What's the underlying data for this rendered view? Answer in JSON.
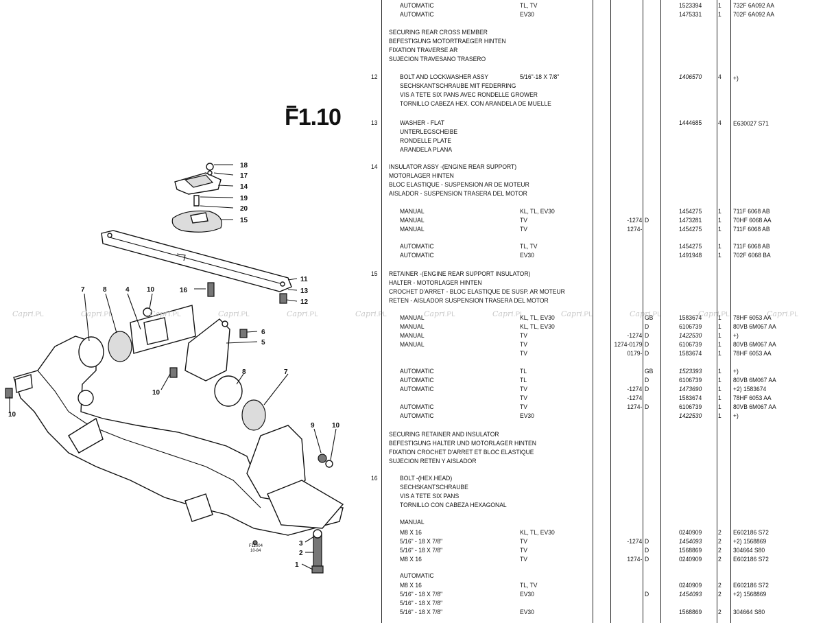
{
  "plate": "F1.10",
  "watermark": {
    "script": "Capri",
    "suffix": ".PL"
  },
  "drawing_code": {
    "line1": "F11004",
    "line2": "10-84"
  },
  "callouts": [
    "18",
    "17",
    "14",
    "19",
    "20",
    "15",
    "11",
    "13",
    "12",
    "16",
    "7",
    "8",
    "4",
    "10",
    "6",
    "5",
    "10",
    "8",
    "7",
    "9",
    "10",
    "10",
    "3",
    "2",
    "1"
  ],
  "sections": [
    {
      "lines": [
        "SECURING REAR CROSS MEMBER",
        "BEFESTIGUNG MOTORTRAEGER HINTEN",
        "FIXATION TRAVERSE AR",
        "SUJECION TRAVESANO TRASERO"
      ]
    },
    {
      "lines": [
        "SECURING RETAINER AND INSULATOR",
        "BEFESTIGUNG HALTER UND MOTORLAGER HINTEN",
        "FIXATION CROCHET D'ARRET ET BLOC ELASTIQUE",
        "SUJECION RETEN Y AISLADOR"
      ]
    }
  ],
  "items": [
    {
      "ref": "12",
      "lines": [
        "BOLT AND LOCKWASHER ASSY",
        "SECHSKANTSCHRAUBE MIT FEDERRING",
        "VIS A TETE SIX PANS AVEC RONDELLE GROWER",
        "TORNILLO CABEZA HEX. CON ARANDELA DE MUELLE"
      ],
      "spec": "5/16\"-18 X 7/8\"",
      "part": "1406570",
      "qty": "4",
      "remark": "+)"
    },
    {
      "ref": "13",
      "lines": [
        "WASHER - FLAT",
        "UNTERLEGSCHEIBE",
        "RONDELLE PLATE",
        "ARANDELA PLANA"
      ],
      "part": "1444685",
      "qty": "4",
      "remark": "E630027 S71"
    },
    {
      "ref": "14",
      "lines": [
        "INSULATOR ASSY -(ENGINE REAR SUPPORT)",
        "MOTORLAGER HINTEN",
        "BLOC ELASTIQUE - SUSPENSION AR DE MOTEUR",
        "AISLADOR - SUSPENSION TRASERA DEL MOTOR"
      ]
    },
    {
      "ref": "15",
      "lines": [
        "RETAINER -(ENGINE REAR SUPPORT INSULATOR)",
        "HALTER - MOTORLAGER HINTEN",
        "CROCHET D'ARRET - BLOC ELASTIQUE DE SUSP. AR MOTEUR",
        "RETEN - AISLADOR SUSPENSION TRASERA DEL MOTOR"
      ]
    },
    {
      "ref": "16",
      "lines": [
        "BOLT -(HEX.HEAD)",
        "SECHSKANTSCHRAUBE",
        "VIS A TETE SIX PANS",
        "TORNILLO CON CABEZA HEXAGONAL"
      ]
    }
  ],
  "rows": [
    {
      "desc": "AUTOMATIC",
      "model": "TL, TV",
      "date": "",
      "ctry": "",
      "part": "1523394",
      "qty": "1",
      "remark": "732F 6A092 AA"
    },
    {
      "desc": "AUTOMATIC",
      "model": "EV30",
      "date": "",
      "ctry": "",
      "part": "1475331",
      "qty": "1",
      "remark": "702F 6A092 AA"
    },
    {
      "desc": "MANUAL",
      "model": "KL, TL, EV30",
      "date": "",
      "ctry": "",
      "part": "1454275",
      "qty": "1",
      "remark": "711F 6068 AB"
    },
    {
      "desc": "MANUAL",
      "model": "TV",
      "date": "-1274",
      "ctry": "D",
      "part": "1473281",
      "qty": "1",
      "remark": "70HF 6068 AA"
    },
    {
      "desc": "MANUAL",
      "model": "TV",
      "date": "1274-",
      "ctry": "",
      "part": "1454275",
      "qty": "1",
      "remark": "711F 6068 AB"
    },
    {
      "desc": "AUTOMATIC",
      "model": "TL, TV",
      "date": "",
      "ctry": "",
      "part": "1454275",
      "qty": "1",
      "remark": "711F 6068 AB"
    },
    {
      "desc": "AUTOMATIC",
      "model": "EV30",
      "date": "",
      "ctry": "",
      "part": "1491948",
      "qty": "1",
      "remark": "702F 6068 BA"
    },
    {
      "desc": "MANUAL",
      "model": "KL, TL, EV30",
      "date": "",
      "ctry": "GB",
      "part": "1583674",
      "qty": "1",
      "remark": "78HF 6053 AA"
    },
    {
      "desc": "MANUAL",
      "model": "KL, TL, EV30",
      "date": "",
      "ctry": "D",
      "part": "6106739",
      "qty": "1",
      "remark": "80VB 6M067 AA"
    },
    {
      "desc": "MANUAL",
      "model": "TV",
      "date": "-1274",
      "ctry": "D",
      "part": "1422530",
      "qty": "1",
      "remark": "+)"
    },
    {
      "desc": "MANUAL",
      "model": "TV",
      "date": "1274-0179",
      "ctry": "D",
      "part": "6106739",
      "qty": "1",
      "remark": "80VB 6M067 AA"
    },
    {
      "desc": "",
      "model": "TV",
      "date": "0179-",
      "ctry": "D",
      "part": "1583674",
      "qty": "1",
      "remark": "78HF 6053 AA"
    },
    {
      "desc": "AUTOMATIC",
      "model": "TL",
      "date": "",
      "ctry": "GB",
      "part": "1523393",
      "qty": "1",
      "remark": "+)"
    },
    {
      "desc": "AUTOMATIC",
      "model": "TL",
      "date": "",
      "ctry": "D",
      "part": "6106739",
      "qty": "1",
      "remark": "80VB 6M067 AA"
    },
    {
      "desc": "AUTOMATIC",
      "model": "TV",
      "date": "-1274",
      "ctry": "D",
      "part": "1473690",
      "qty": "1",
      "remark": "+2) 1583674"
    },
    {
      "desc": "",
      "model": "TV",
      "date": "-1274",
      "ctry": "",
      "part": "1583674",
      "qty": "1",
      "remark": "78HF 6053 AA"
    },
    {
      "desc": "AUTOMATIC",
      "model": "TV",
      "date": "1274-",
      "ctry": "D",
      "part": "6106739",
      "qty": "1",
      "remark": "80VB 6M067 AA"
    },
    {
      "desc": "AUTOMATIC",
      "model": "EV30",
      "date": "",
      "ctry": "",
      "part": "1422530",
      "qty": "1",
      "remark": "+)"
    },
    {
      "desc": "MANUAL",
      "model": "",
      "date": "",
      "ctry": "",
      "part": "",
      "qty": "",
      "remark": ""
    },
    {
      "desc": "M8 X 16",
      "model": "KL, TL, EV30",
      "date": "",
      "ctry": "",
      "part": "0240909",
      "qty": "2",
      "remark": "E602186 S72"
    },
    {
      "desc": "5/16\" - 18 X 7/8\"",
      "model": "TV",
      "date": "-1274",
      "ctry": "D",
      "part": "1454093",
      "qty": "2",
      "remark": "+2) 1568869"
    },
    {
      "desc": "5/16\" - 18 X 7/8\"",
      "model": "TV",
      "date": "",
      "ctry": "D",
      "part": "1568869",
      "qty": "2",
      "remark": "304664 S80"
    },
    {
      "desc": "M8 X 16",
      "model": "TV",
      "date": "1274-",
      "ctry": "D",
      "part": "0240909",
      "qty": "2",
      "remark": "E602186 S72"
    },
    {
      "desc": "AUTOMATIC",
      "model": "",
      "date": "",
      "ctry": "",
      "part": "",
      "qty": "",
      "remark": ""
    },
    {
      "desc": "M8 X 16",
      "model": "TL, TV",
      "date": "",
      "ctry": "",
      "part": "0240909",
      "qty": "2",
      "remark": "E602186 S72"
    },
    {
      "desc": "5/16\" - 18 X 7/8\"",
      "model": "EV30",
      "date": "",
      "ctry": "D",
      "part": "1454093",
      "qty": "2",
      "remark": "+2) 1568869"
    },
    {
      "desc": "5/16\" - 18 X 7/8\"",
      "model": "",
      "date": "",
      "ctry": "",
      "part": "",
      "qty": "",
      "remark": ""
    },
    {
      "desc": "5/16\" - 18 X 7/8\"",
      "model": "EV30",
      "date": "",
      "ctry": "",
      "part": "1568869",
      "qty": "2",
      "remark": "304664 S80"
    }
  ]
}
